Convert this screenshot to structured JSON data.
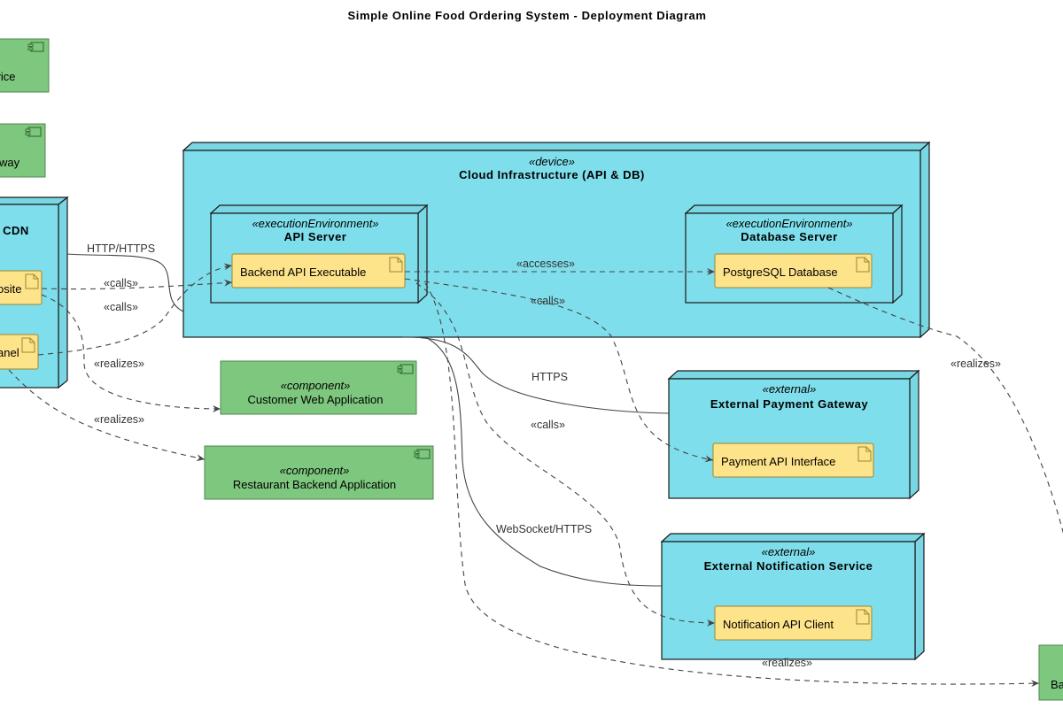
{
  "title": "Simple Online Food Ordering System - Deployment Diagram",
  "nodes": {
    "cloud": {
      "stereotype": "«device»",
      "name": "Cloud Infrastructure (API & DB)"
    },
    "api_server": {
      "stereotype": "«executionEnvironment»",
      "name": "API Server"
    },
    "db_server": {
      "stereotype": "«executionEnvironment»",
      "name": "Database Server"
    },
    "cdn": {
      "name": "CDN"
    },
    "payment_gateway": {
      "stereotype": "«external»",
      "name": "External Payment Gateway"
    },
    "notification_service": {
      "stereotype": "«external»",
      "name": "External Notification Service"
    }
  },
  "artifacts": {
    "backend_api": "Backend API Executable",
    "postgres": "PostgreSQL Database",
    "website": "osite",
    "panel": "anel",
    "payment_api": "Payment API Interface",
    "notification_api": "Notification API Client"
  },
  "components": {
    "customer_web": {
      "stereotype": "«component»",
      "name": "Customer Web Application"
    },
    "restaurant_backend": {
      "stereotype": "«component»",
      "name": "Restaurant Backend Application"
    },
    "top_left_1": {
      "name": "rvice"
    },
    "top_left_2": {
      "name": "way"
    },
    "bottom_right": {
      "name": "Ba"
    }
  },
  "edges": {
    "http_https": "HTTP/HTTPS",
    "calls_1": "«calls»",
    "calls_2": "«calls»",
    "accesses": "«accesses»",
    "calls_3": "«calls»",
    "realizes_1": "«realizes»",
    "realizes_2": "«realizes»",
    "https": "HTTPS",
    "calls_4": "«calls»",
    "realizes_3": "«realizes»",
    "websocket": "WebSocket/HTTPS",
    "realizes_4": "«realizes»"
  }
}
